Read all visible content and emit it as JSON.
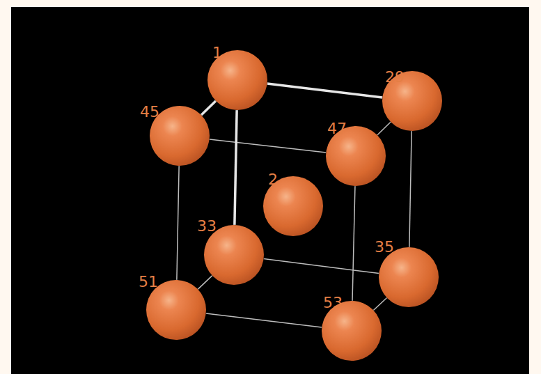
{
  "diagram": {
    "nodes": [
      {
        "text": [
          "1"
        ]
      },
      {
        "text": [
          "29"
        ]
      },
      {
        "text": [
          "45"
        ]
      },
      {
        "text": [
          "47"
        ]
      },
      {
        "text": [
          "2"
        ]
      },
      {
        "text": [
          "33"
        ]
      },
      {
        "text": [
          "35"
        ]
      },
      {
        "text": [
          "51"
        ]
      },
      {
        "text": [
          "53"
        ]
      }
    ],
    "edges": [
      {
        "from": 0,
        "to": 1,
        "arrow": "none"
      },
      {
        "from": 0,
        "to": 2,
        "arrow": "none"
      },
      {
        "from": 1,
        "to": 3,
        "arrow": "none"
      },
      {
        "from": 2,
        "to": 3,
        "arrow": "none"
      },
      {
        "from": 0,
        "to": 5,
        "arrow": "none"
      },
      {
        "from": 1,
        "to": 6,
        "arrow": "none"
      },
      {
        "from": 2,
        "to": 7,
        "arrow": "none"
      },
      {
        "from": 3,
        "to": 8,
        "arrow": "none"
      },
      {
        "from": 5,
        "to": 6,
        "arrow": "none"
      },
      {
        "from": 5,
        "to": 7,
        "arrow": "none"
      },
      {
        "from": 6,
        "to": 8,
        "arrow": "none"
      },
      {
        "from": 7,
        "to": 8,
        "arrow": "none"
      }
    ]
  }
}
